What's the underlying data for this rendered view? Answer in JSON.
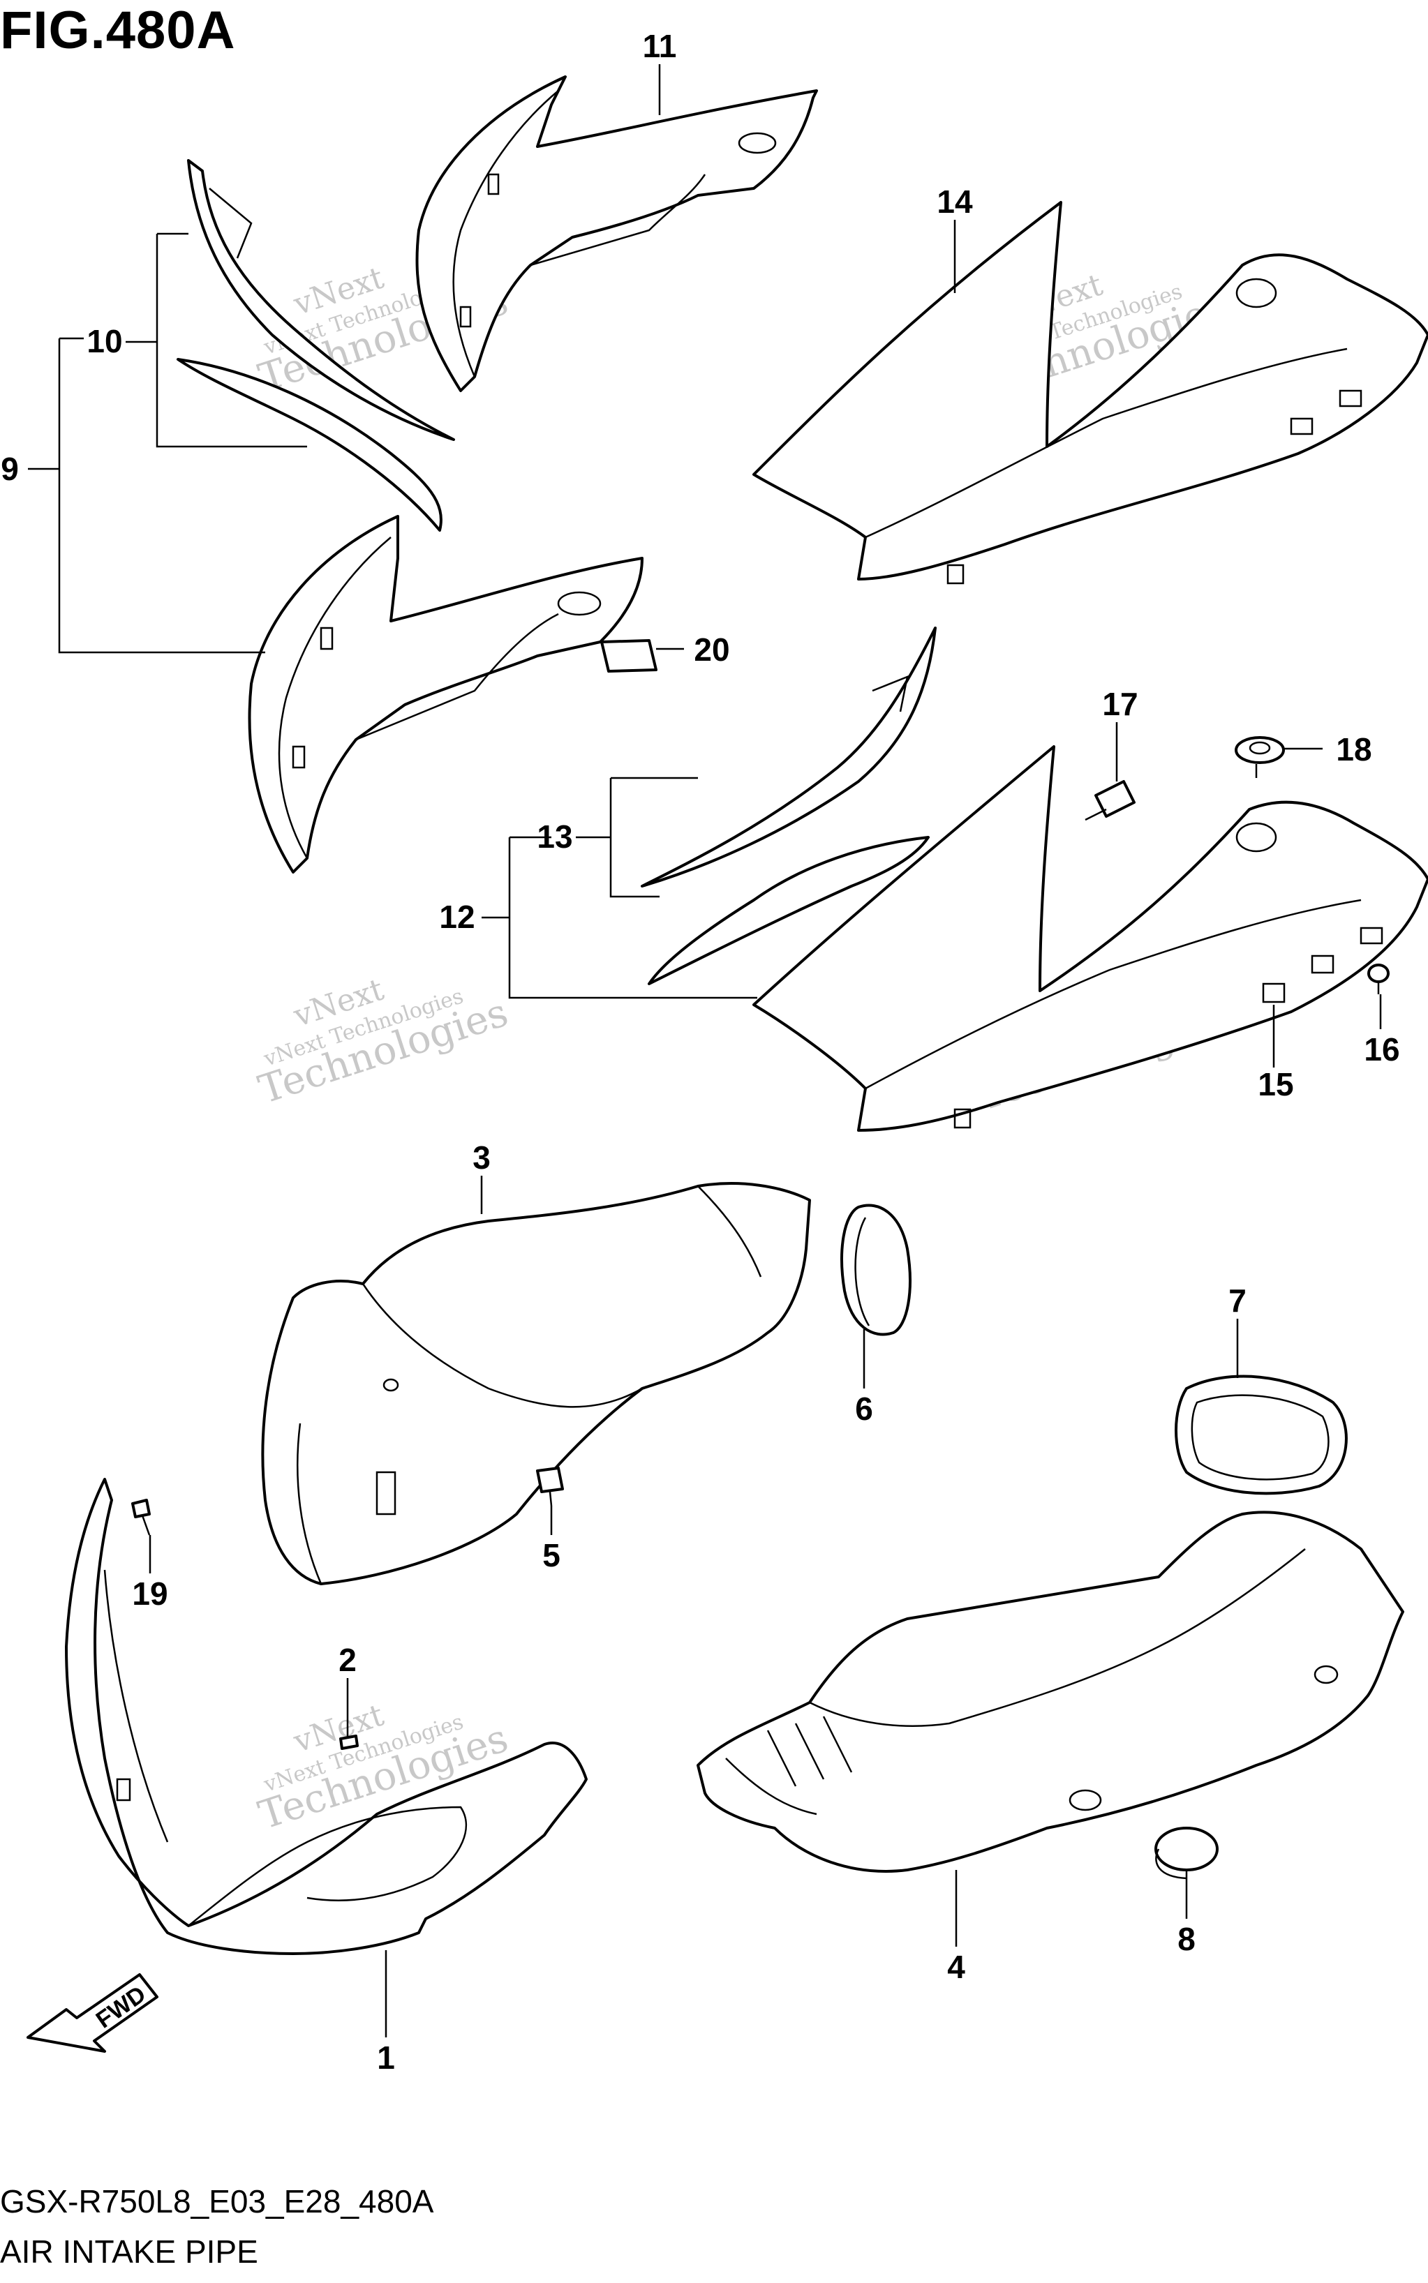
{
  "figure": {
    "title": "FIG.480A",
    "model_code": "GSX-R750L8_E03_E28_480A",
    "section_name": "AIR INTAKE PIPE"
  },
  "watermark": {
    "line1": "vNext",
    "line2": "vNext Technologies",
    "line3": "Technologies"
  },
  "arrow_label": "FWD",
  "callouts": [
    "1",
    "2",
    "3",
    "4",
    "5",
    "6",
    "7",
    "8",
    "9",
    "10",
    "11",
    "12",
    "13",
    "14",
    "15",
    "16",
    "17",
    "18",
    "19",
    "20"
  ]
}
